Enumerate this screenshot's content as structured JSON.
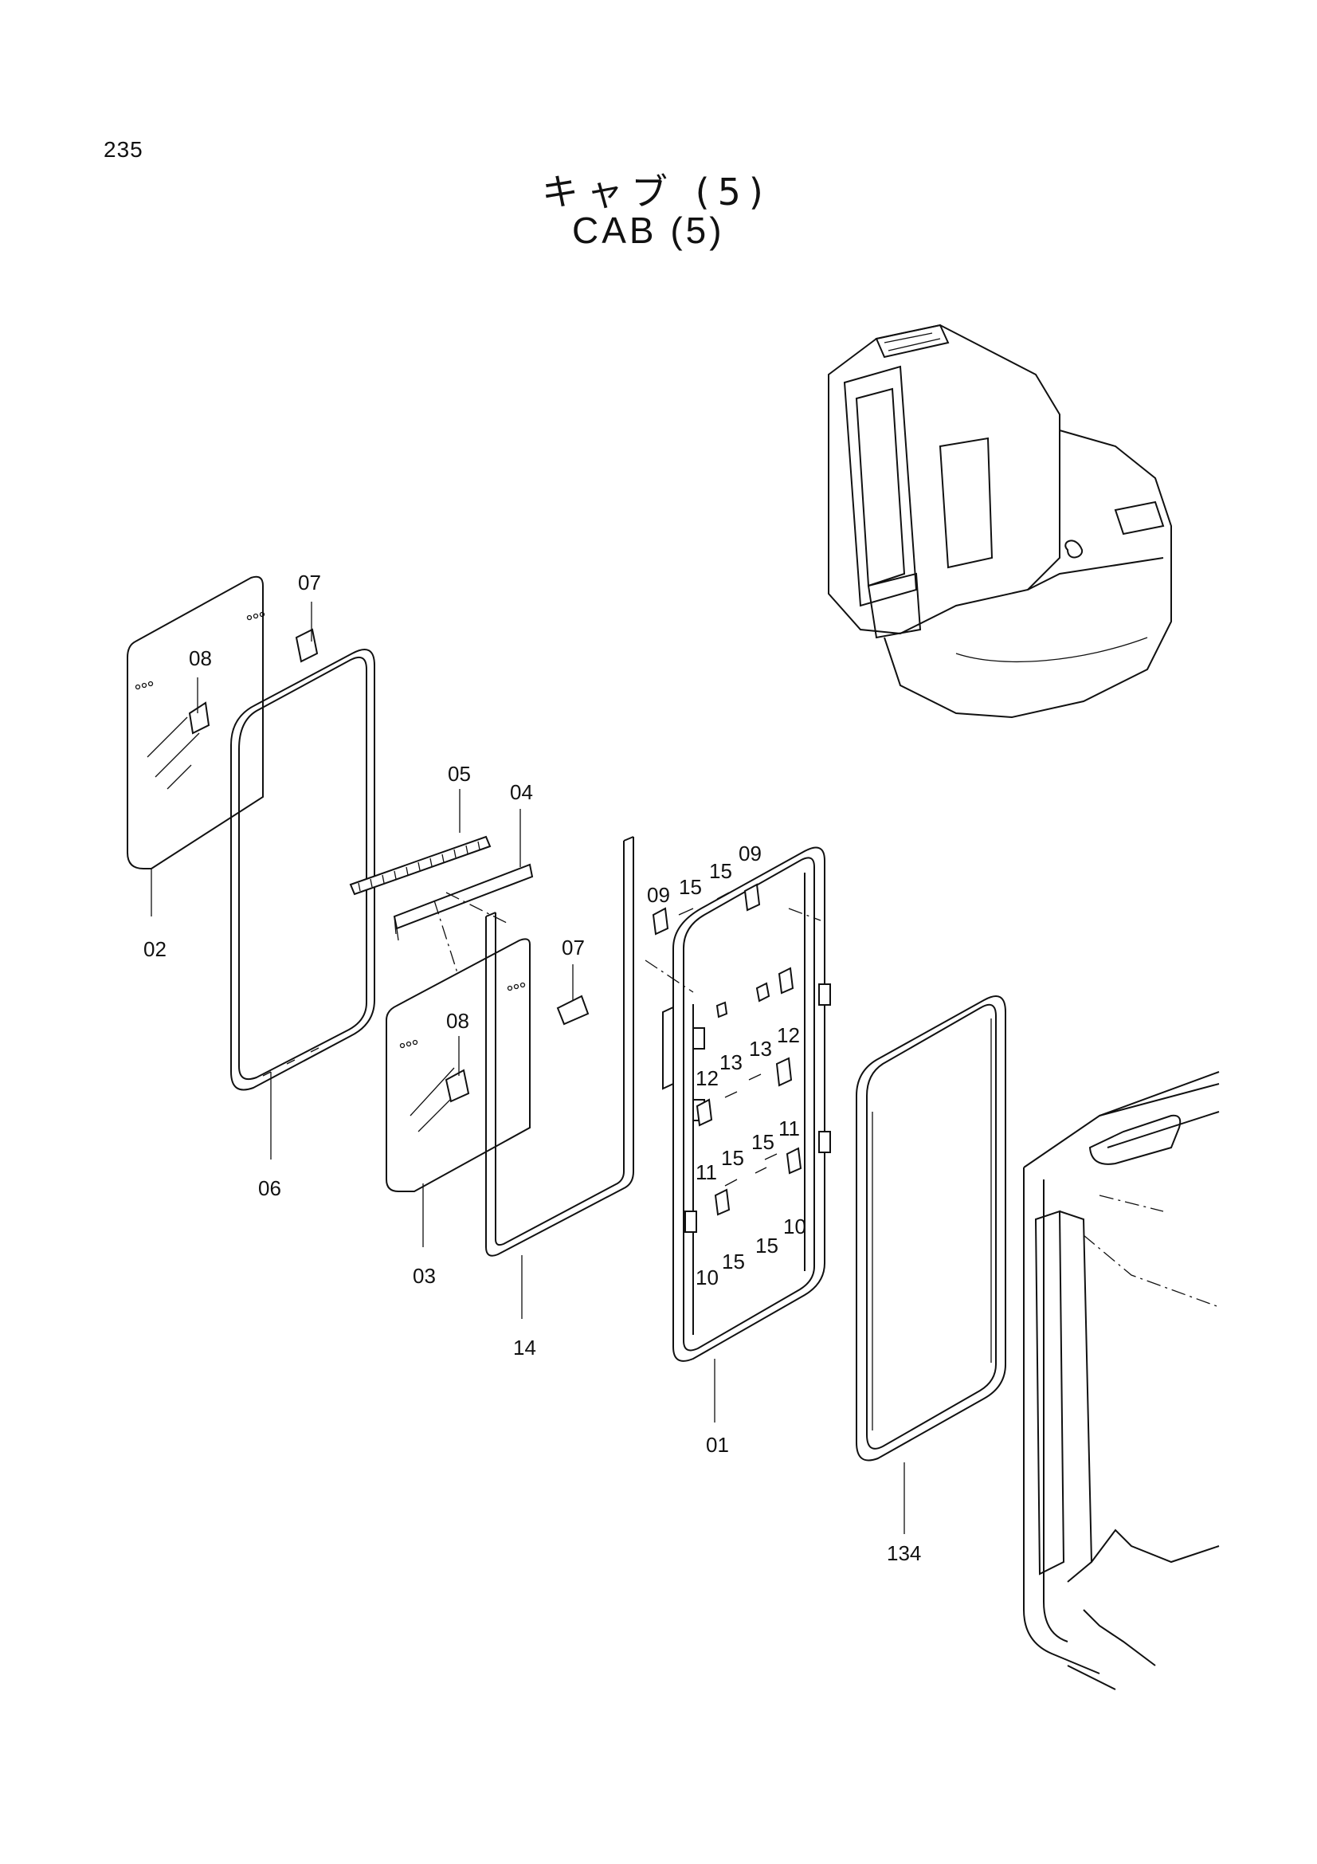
{
  "page_number": "235",
  "title_jp": "キャブ (5)",
  "title_en": "CAB (5)",
  "callouts": [
    "07",
    "08",
    "02",
    "06",
    "05",
    "04",
    "07",
    "08",
    "03",
    "14",
    "09",
    "15",
    "15",
    "09",
    "12",
    "13",
    "13",
    "12",
    "15",
    "11",
    "11",
    "15",
    "10",
    "15",
    "15",
    "10",
    "01",
    "134"
  ]
}
